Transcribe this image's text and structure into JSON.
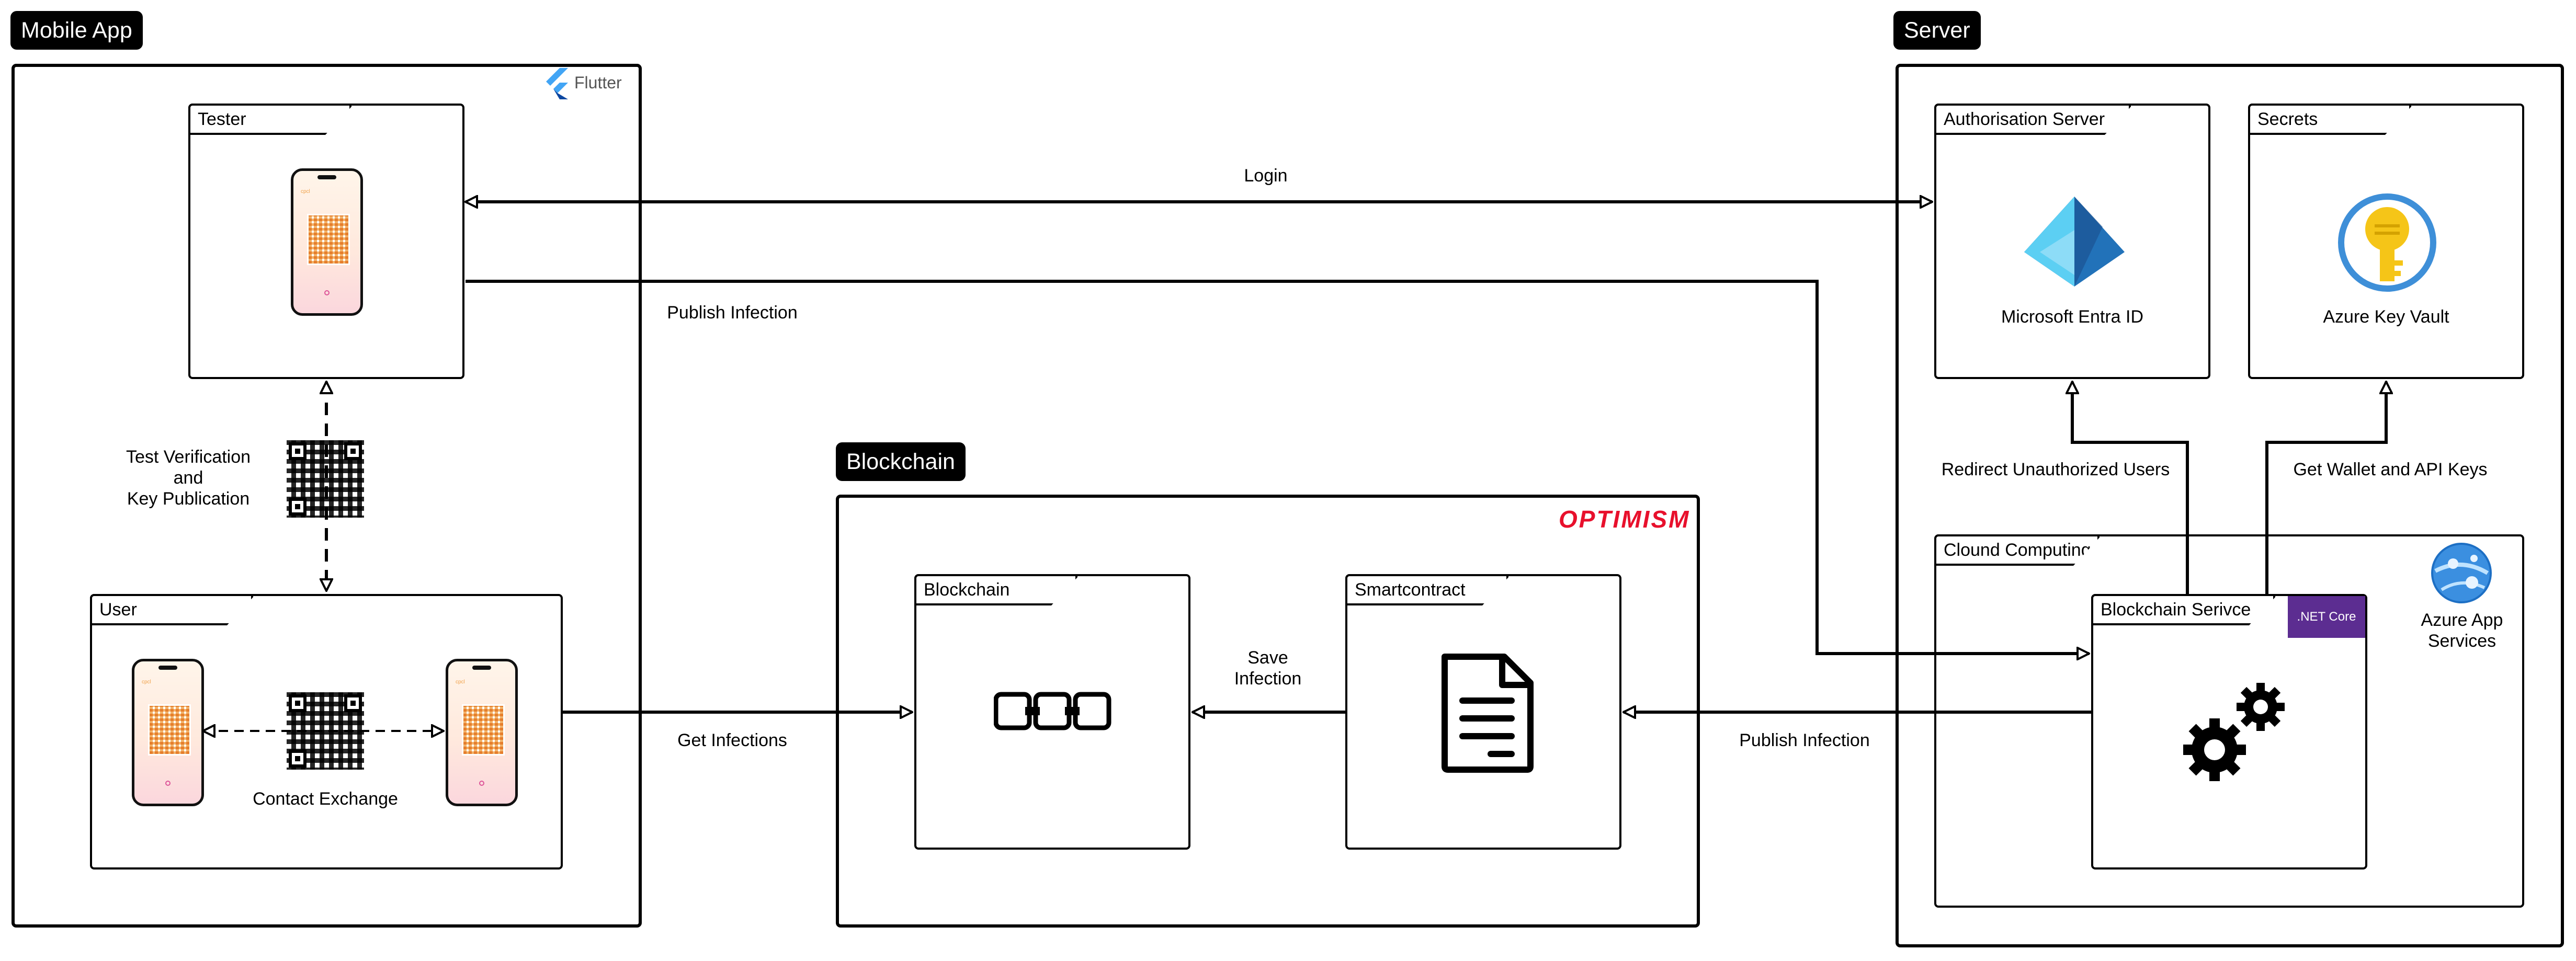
{
  "groups": {
    "mobile_app": "Mobile App",
    "blockchain": "Blockchain",
    "server": "Server"
  },
  "logos": {
    "flutter": "Flutter",
    "optimism": "OPTIMISM",
    "net_core": ".NET Core"
  },
  "components": {
    "tester": "Tester",
    "user": "User",
    "blockchain": "Blockchain",
    "smartcontract": "Smartcontract",
    "authorisation_server": "Authorisation Server",
    "secrets": "Secrets",
    "cloud_computing": "Clound Computing",
    "blockchain_service": "Blockchain Serivce"
  },
  "services": {
    "entra": "Microsoft Entra ID",
    "key_vault": "Azure Key Vault",
    "app_services_line1": "Azure App",
    "app_services_line2": "Services"
  },
  "edges": {
    "login": "Login",
    "publish_infection_top": "Publish Infection",
    "test_verification_1": "Test Verification",
    "test_verification_2": "and",
    "test_verification_3": "Key Publication",
    "contact_exchange": "Contact Exchange",
    "get_infections": "Get Infections",
    "save_infection_1": "Save",
    "save_infection_2": "Infection",
    "publish_infection_bottom": "Publish Infection",
    "redirect_unauthorized": "Redirect Unauthorized Users",
    "get_wallet_keys": "Get Wallet and API Keys"
  },
  "icons": [
    "flutter-icon",
    "phone-icon",
    "qr-code-icon",
    "chain-link-icon",
    "document-icon",
    "entra-id-icon",
    "key-vault-icon",
    "app-services-icon",
    "gears-icon"
  ],
  "colors": {
    "optimism_red": "#e8102c",
    "net_core_purple": "#5c2d91",
    "frame": "#000000"
  }
}
